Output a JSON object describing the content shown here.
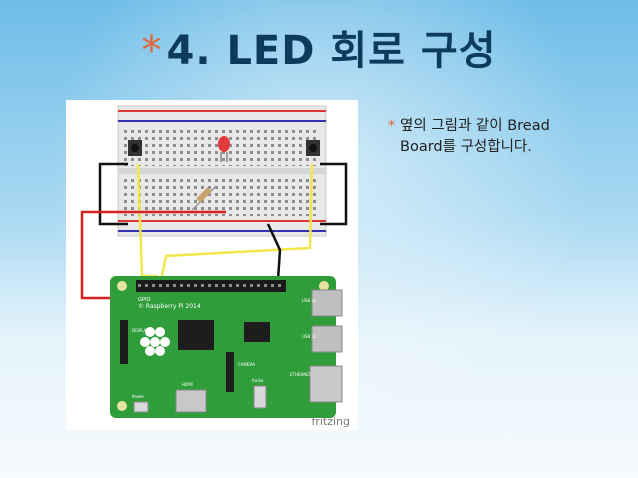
{
  "slide": {
    "title_marker": "*",
    "title": "4. LED 회로 구성",
    "bullet_marker": "*",
    "bullet_text": "옆의 그림과 같이 Bread Board를 구성합니다.",
    "accent_color": "#e2673a",
    "title_color": "#0d3b5c"
  },
  "figure": {
    "credit": "fritzing",
    "board_label": "© Raspberry Pi 2014",
    "gpio_label": "GPIO",
    "usb_label_1": "USB 2x",
    "usb_label_2": "USB 2x",
    "ethernet_label": "ETHERNET",
    "hdmi_label": "HDMI",
    "audio_label": "Audio",
    "power_label": "Power",
    "camera_label": "CAMERA",
    "display_label": "DISPLAY"
  }
}
